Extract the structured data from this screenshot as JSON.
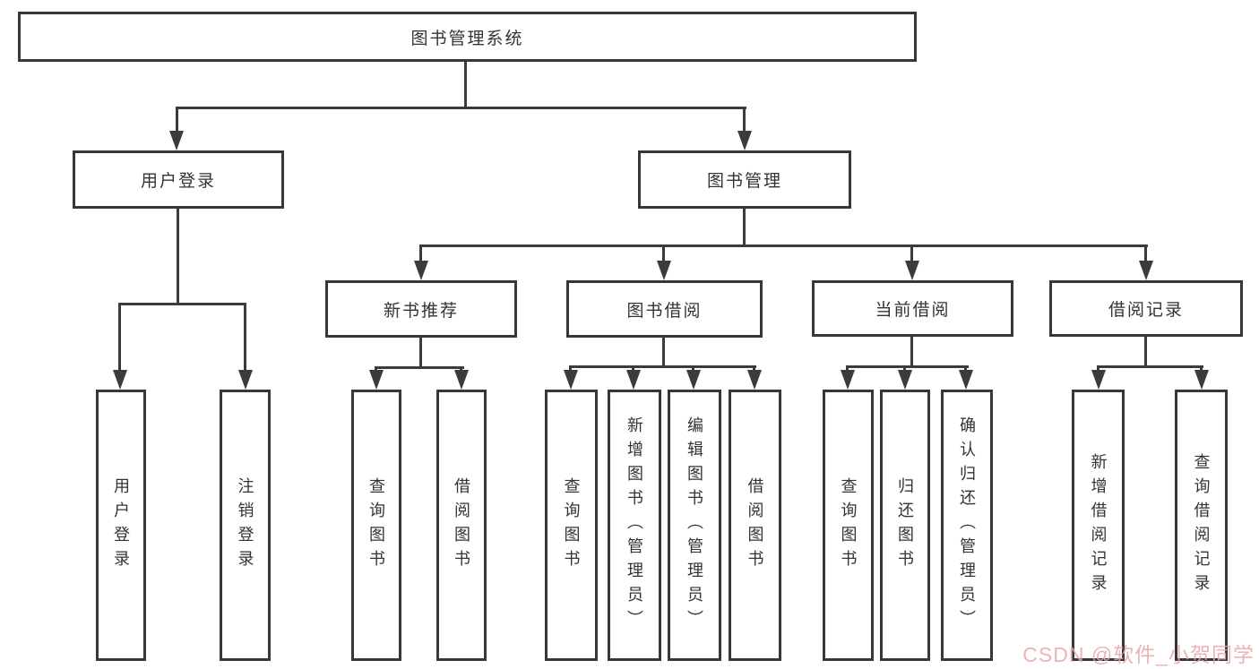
{
  "tree": {
    "label": "图书管理系统",
    "children": [
      {
        "label": "用户登录",
        "children": [
          {
            "label": "用户登录"
          },
          {
            "label": "注销登录"
          }
        ]
      },
      {
        "label": "图书管理",
        "children": [
          {
            "label": "新书推荐",
            "children": [
              {
                "label": "查询图书"
              },
              {
                "label": "借阅图书"
              }
            ]
          },
          {
            "label": "图书借阅",
            "children": [
              {
                "label": "查询图书"
              },
              {
                "label": "新增图书（管理员）"
              },
              {
                "label": "编辑图书（管理员）"
              },
              {
                "label": "借阅图书"
              }
            ]
          },
          {
            "label": "当前借阅",
            "children": [
              {
                "label": "查询图书"
              },
              {
                "label": "归还图书"
              },
              {
                "label": "确认归还（管理员）"
              }
            ]
          },
          {
            "label": "借阅记录",
            "children": [
              {
                "label": "新增借阅记录"
              },
              {
                "label": "查询借阅记录"
              }
            ]
          }
        ]
      }
    ]
  },
  "watermark": {
    "text": "CSDN @软件_小贺同学"
  },
  "colors": {
    "line": "#3b3b3b",
    "box-border": "#373737",
    "text": "#333333",
    "watermark": "#e8a6a6",
    "background": "#ffffff"
  }
}
